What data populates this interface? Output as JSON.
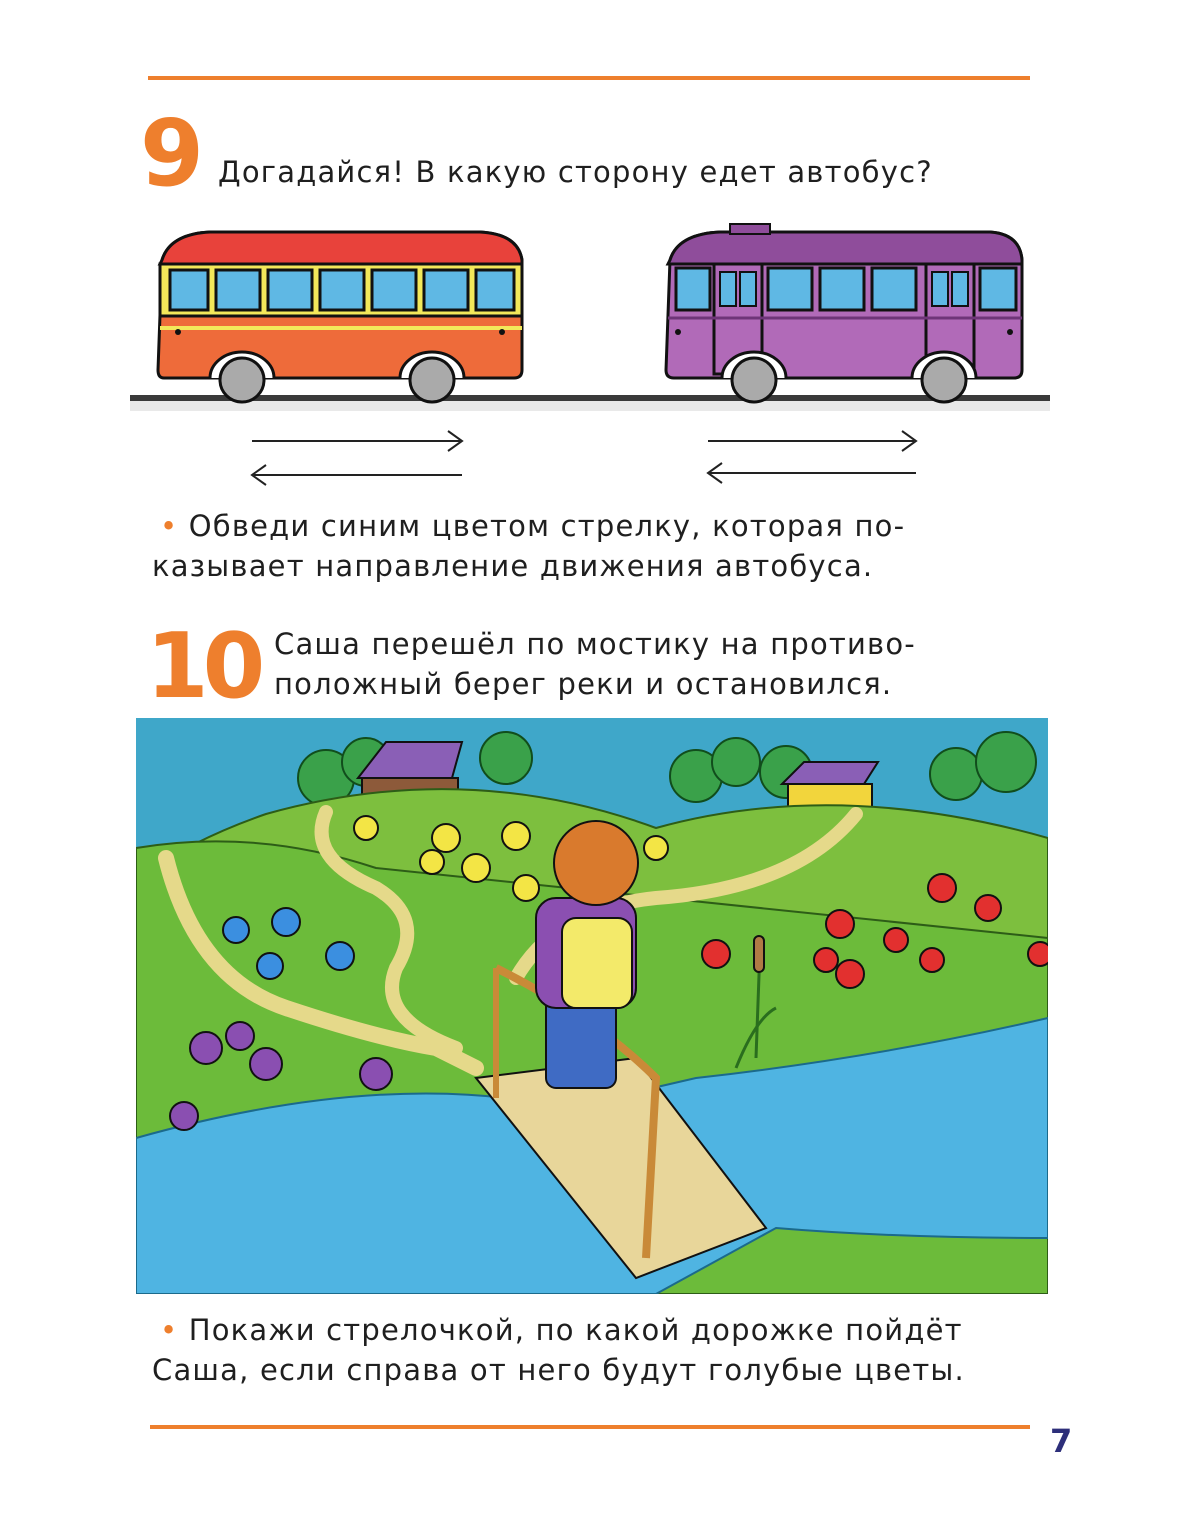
{
  "page_number": "7",
  "task9": {
    "number": "9",
    "question": "Догадайся! В какую сторону едет автобус?",
    "bullet": "•",
    "instruction_line1": "Обведи синим цветом стрелку, которая по-",
    "instruction_line2": "казывает направление движения автобуса."
  },
  "task10": {
    "number": "10",
    "text_line1": "Саша перешёл по мостику на противо-",
    "text_line2": "положный берег реки и остановился.",
    "bullet": "•",
    "instruction_line1": "Покажи стрелочкой, по какой дорожке пойдёт",
    "instruction_line2": "Саша, если справа от него будут голубые цветы."
  },
  "colors": {
    "accent": "#ee7f2d",
    "page_number": "#2d2f7a"
  }
}
